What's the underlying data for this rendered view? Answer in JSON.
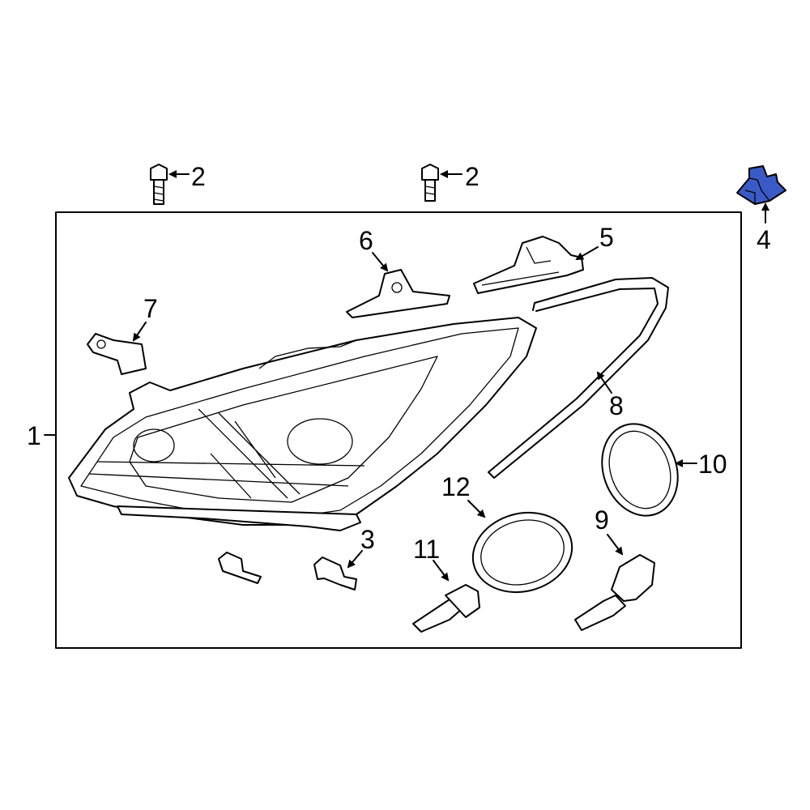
{
  "diagram": {
    "highlight_color": "#3a5bc7",
    "callouts": [
      {
        "id": "c1",
        "label": "1"
      },
      {
        "id": "c2a",
        "label": "2"
      },
      {
        "id": "c2b",
        "label": "2"
      },
      {
        "id": "c3",
        "label": "3"
      },
      {
        "id": "c4",
        "label": "4"
      },
      {
        "id": "c5",
        "label": "5"
      },
      {
        "id": "c6",
        "label": "6"
      },
      {
        "id": "c7",
        "label": "7"
      },
      {
        "id": "c8",
        "label": "8"
      },
      {
        "id": "c9",
        "label": "9"
      },
      {
        "id": "c10",
        "label": "10"
      },
      {
        "id": "c11",
        "label": "11"
      },
      {
        "id": "c12",
        "label": "12"
      }
    ]
  }
}
